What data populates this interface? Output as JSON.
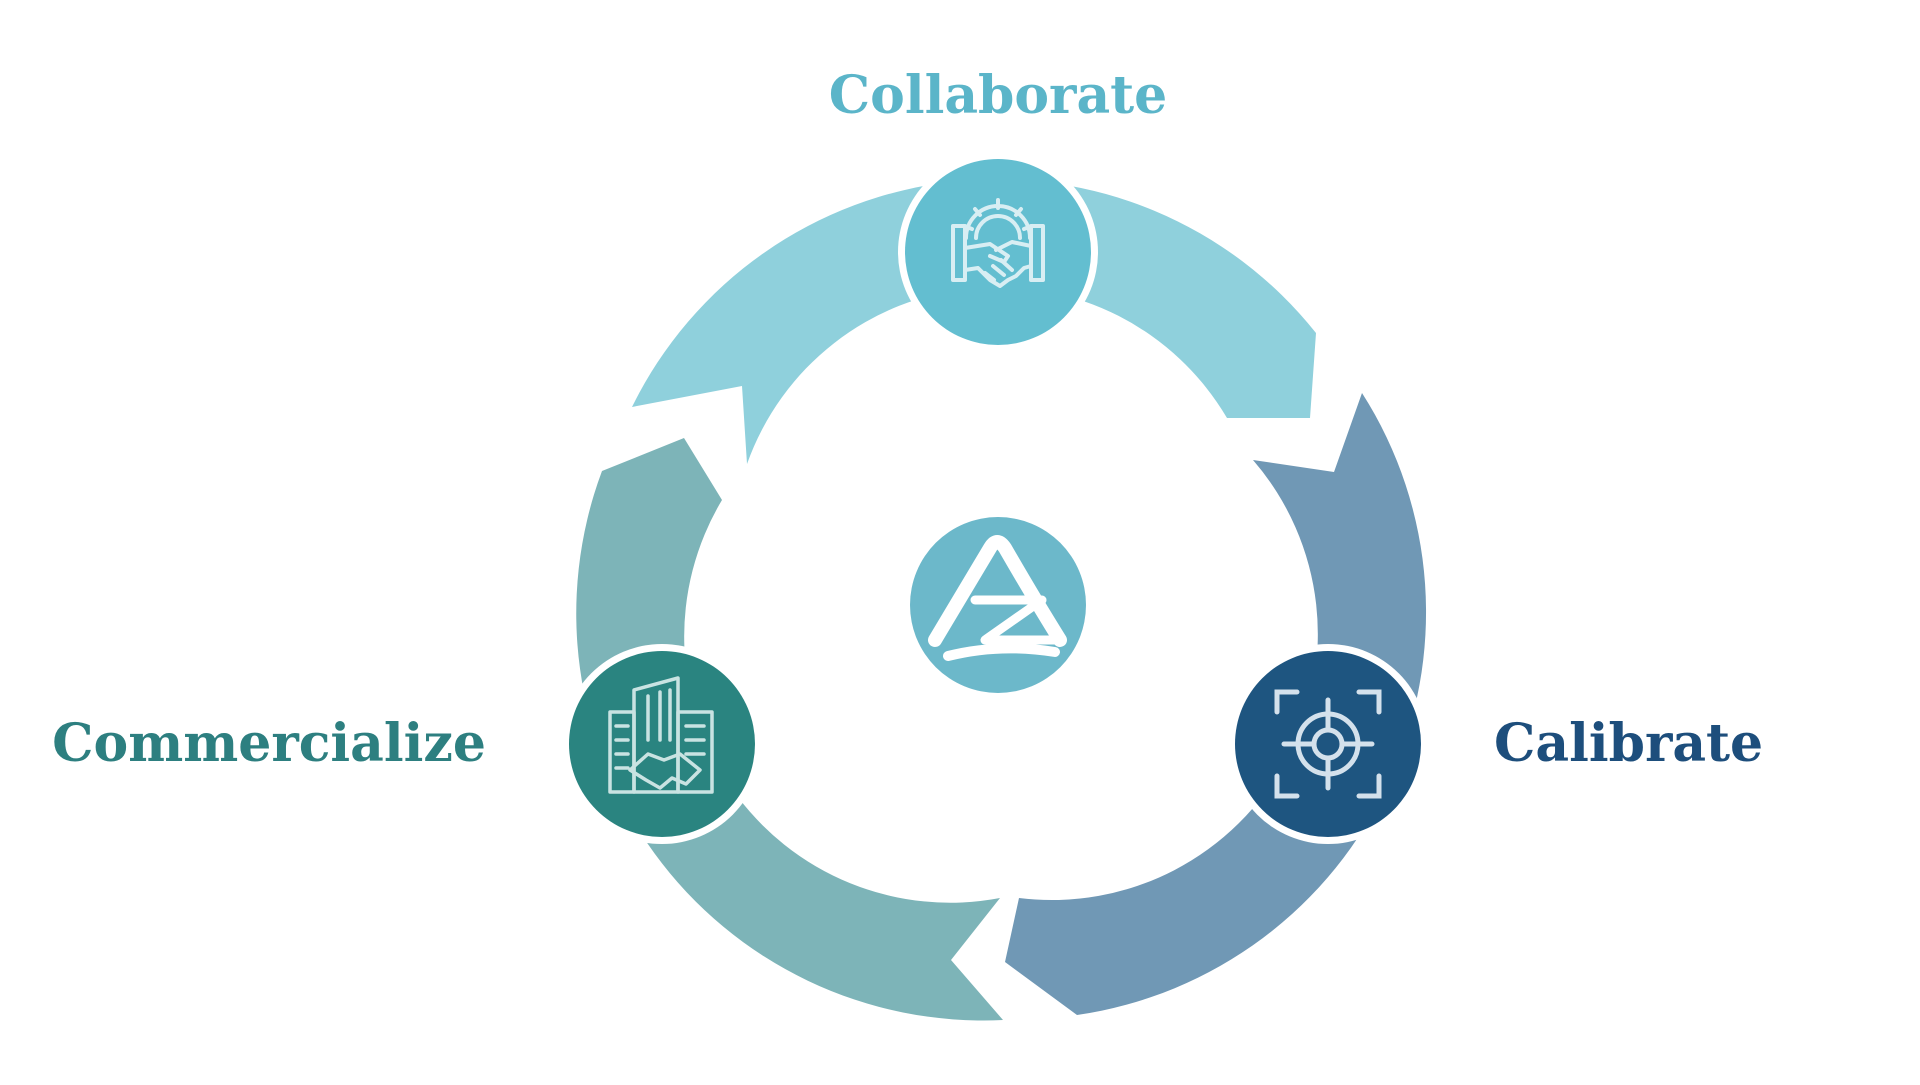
{
  "stages": [
    {
      "id": "collaborate",
      "label": "Collaborate",
      "icon": "handshake-gear-icon",
      "color": "#8fd0dc",
      "node_color": "#63bed0",
      "label_color": "#5bb5c9"
    },
    {
      "id": "calibrate",
      "label": "Calibrate",
      "icon": "target-icon",
      "color": "#7098b5",
      "node_color": "#1e5580",
      "label_color": "#1d4e7c"
    },
    {
      "id": "commercialize",
      "label": "Commercialize",
      "icon": "buildings-handshake-icon",
      "color": "#7db4b8",
      "node_color": "#2a8480",
      "label_color": "#2d7f80"
    }
  ],
  "center_logo": {
    "icon": "triangle-logo-icon",
    "color": "#6cb8ca"
  }
}
